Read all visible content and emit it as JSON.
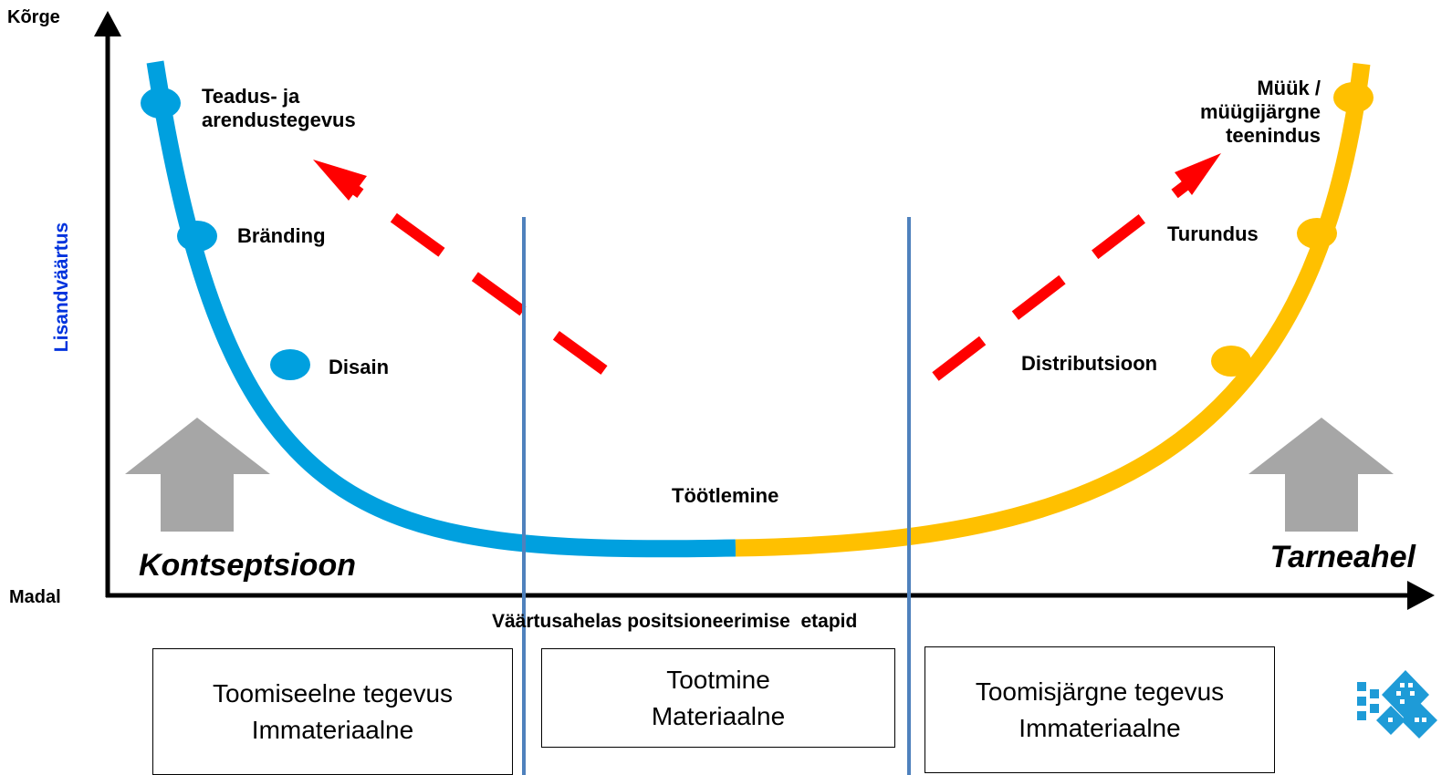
{
  "axes": {
    "y_high": "Kõrge",
    "y_low": "Madal",
    "y_label": "Lisandväärtus",
    "x_label": "Väärtusahelas positsioneerimise  etapid"
  },
  "stages": {
    "rd": "Teadus- ja\narendustegevus",
    "branding": "Bränding",
    "design": "Disain",
    "processing": "Töötlemine",
    "distribution": "Distributsioon",
    "marketing": "Turundus",
    "sales": "Müük /\nmüügijärgne\nteenindus"
  },
  "sections": {
    "left": "Kontseptsioon",
    "right": "Tarneahel"
  },
  "boxes": [
    {
      "line1": "Toomiseelne tegevus",
      "line2": "Immateriaalne"
    },
    {
      "line1": "Tootmine",
      "line2": "Materiaalne"
    },
    {
      "line1": "Toomisjärgne tegevus",
      "line2": "Immateriaalne"
    }
  ],
  "colors": {
    "curve_left": "#00a0df",
    "curve_right": "#ffc000",
    "trend_arrows": "#ff0000",
    "up_arrows": "#a6a6a6",
    "divider_lines": "#4f81bd",
    "y_label": "#0033dd",
    "logo": "#1e9bd7"
  }
}
